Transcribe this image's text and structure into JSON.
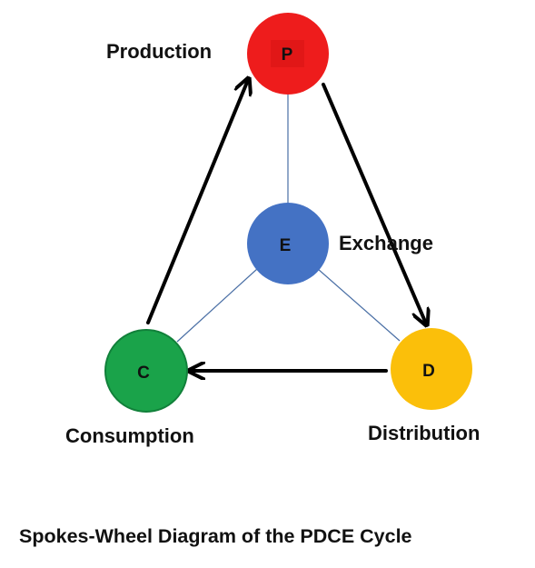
{
  "caption": "Spokes-Wheel Diagram of the PDCE Cycle",
  "nodes": {
    "production": {
      "letter": "P",
      "label": "Production",
      "color": "#ee1c1c"
    },
    "exchange": {
      "letter": "E",
      "label": "Exchange",
      "color": "#4472c4"
    },
    "distribution": {
      "letter": "D",
      "label": "Distribution",
      "color": "#fbbf0a"
    },
    "consumption": {
      "letter": "C",
      "label": "Consumption",
      "color": "#1aa34a"
    }
  },
  "colors": {
    "spoke": "#4a6fa5",
    "arrow": "#000000",
    "text": "#111111"
  }
}
